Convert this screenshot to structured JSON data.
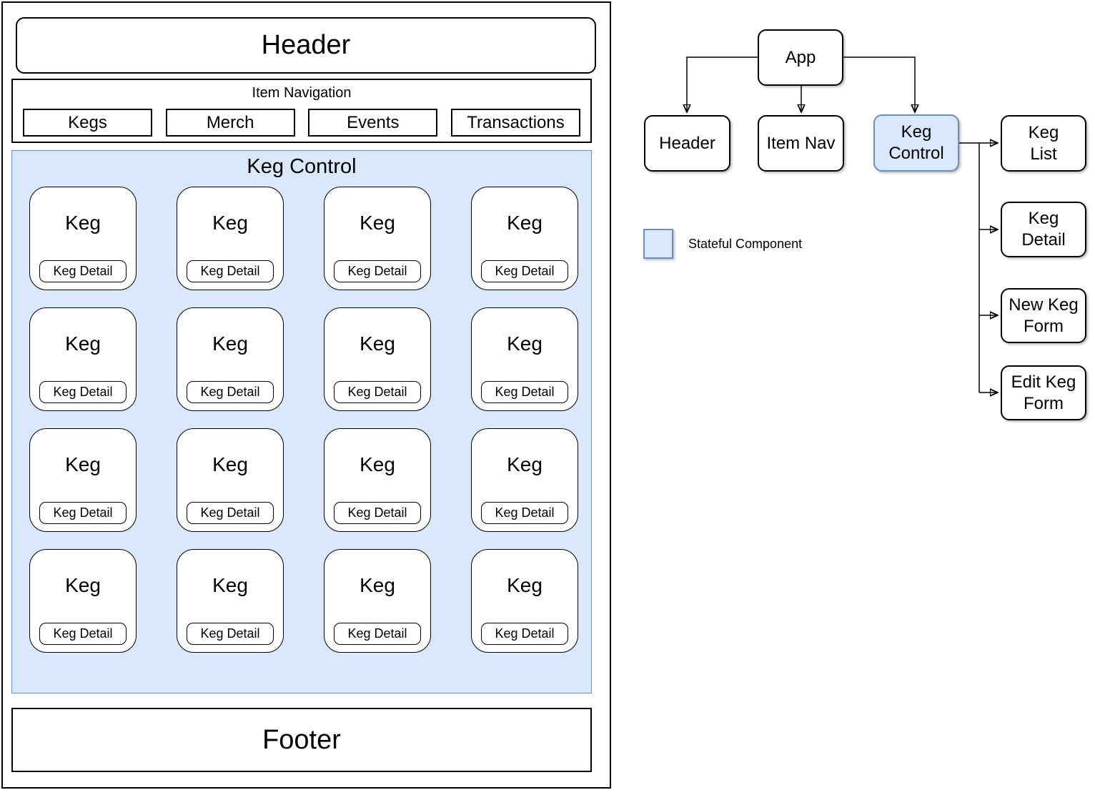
{
  "wireframe": {
    "header": "Header",
    "nav": {
      "title": "Item Navigation",
      "items": [
        "Kegs",
        "Merch",
        "Events",
        "Transactions"
      ]
    },
    "keg_control": {
      "title": "Keg Control",
      "cards": [
        {
          "label": "Keg",
          "button": "Keg Detail"
        },
        {
          "label": "Keg",
          "button": "Keg Detail"
        },
        {
          "label": "Keg",
          "button": "Keg Detail"
        },
        {
          "label": "Keg",
          "button": "Keg Detail"
        },
        {
          "label": "Keg",
          "button": "Keg Detail"
        },
        {
          "label": "Keg",
          "button": "Keg Detail"
        },
        {
          "label": "Keg",
          "button": "Keg Detail"
        },
        {
          "label": "Keg",
          "button": "Keg Detail"
        },
        {
          "label": "Keg",
          "button": "Keg Detail"
        },
        {
          "label": "Keg",
          "button": "Keg Detail"
        },
        {
          "label": "Keg",
          "button": "Keg Detail"
        },
        {
          "label": "Keg",
          "button": "Keg Detail"
        },
        {
          "label": "Keg",
          "button": "Keg Detail"
        },
        {
          "label": "Keg",
          "button": "Keg Detail"
        },
        {
          "label": "Keg",
          "button": "Keg Detail"
        },
        {
          "label": "Keg",
          "button": "Keg Detail"
        }
      ]
    },
    "footer": "Footer"
  },
  "tree": {
    "nodes": {
      "app": "App",
      "header": "Header",
      "item_nav": "Item Nav",
      "keg_control": "Keg\nControl",
      "keg_list": "Keg\nList",
      "keg_detail": "Keg\nDetail",
      "new_keg_form": "New Keg\nForm",
      "edit_keg_form": "Edit Keg\nForm"
    },
    "edges": [
      [
        "app",
        "header"
      ],
      [
        "app",
        "item_nav"
      ],
      [
        "app",
        "keg_control"
      ],
      [
        "keg_control",
        "keg_list"
      ],
      [
        "keg_control",
        "keg_detail"
      ],
      [
        "keg_control",
        "new_keg_form"
      ],
      [
        "keg_control",
        "edit_keg_form"
      ]
    ],
    "stateful_nodes": [
      "keg_control"
    ]
  },
  "legend": {
    "label": "Stateful Component"
  },
  "colors": {
    "stateful_fill": "#dae8fc",
    "stateful_border": "#6c8ebf",
    "line": "#000000"
  }
}
